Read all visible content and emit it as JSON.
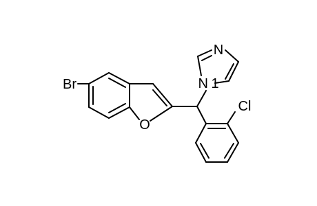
{
  "atoms": {
    "br": "Br",
    "cl": "Cl",
    "n_top": "N",
    "n_imid": "N",
    "n_imid_locant": "1",
    "o": "O"
  }
}
